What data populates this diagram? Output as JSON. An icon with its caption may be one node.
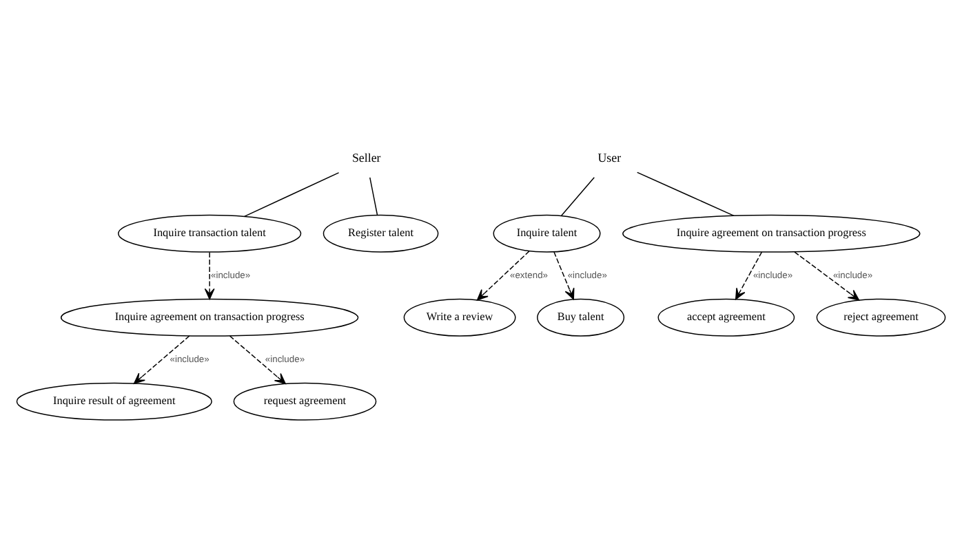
{
  "diagram": {
    "nodes": [
      {
        "text": [
          "Inquire result of agreement"
        ]
      },
      {
        "text": [
          "request agreement"
        ]
      },
      {
        "text": [
          "Inquire agreement on transaction progress"
        ]
      },
      {
        "text": [
          "Write a review"
        ]
      },
      {
        "text": [
          "Inquire talent"
        ]
      },
      {
        "text": [
          "Buy talent"
        ]
      },
      {
        "text": [
          "Inquire transaction talent"
        ]
      },
      {
        "text": [
          "User"
        ]
      },
      {
        "text": [
          "Seller"
        ]
      },
      {
        "text": [
          "accept agreement"
        ]
      },
      {
        "text": [
          "Register talent"
        ]
      },
      {
        "text": [
          "Inquire agreement on transaction progress"
        ]
      },
      {
        "text": [
          "reject agreement"
        ]
      }
    ],
    "edges": [
      {
        "from": 2,
        "to": 0,
        "arrow": "to",
        "label": "«include»",
        "style": "dashed"
      },
      {
        "from": 2,
        "to": 1,
        "arrow": "to",
        "label": "«include»",
        "style": "dashed"
      },
      {
        "from": 4,
        "to": 3,
        "arrow": "to",
        "label": "«extend»",
        "style": "dashed"
      },
      {
        "from": 4,
        "to": 5,
        "arrow": "to",
        "label": "«include»",
        "style": "dashed"
      },
      {
        "from": 6,
        "to": 2,
        "arrow": "to",
        "label": "«include»",
        "style": "dashed"
      },
      {
        "from": 7,
        "to": 4,
        "arrow": "none"
      },
      {
        "from": 8,
        "to": 6,
        "arrow": "none"
      },
      {
        "from": 7,
        "to": 11,
        "arrow": "none"
      },
      {
        "from": 8,
        "to": 10,
        "arrow": "none"
      },
      {
        "from": 11,
        "to": 9,
        "arrow": "to",
        "label": "«include»",
        "style": "dashed"
      },
      {
        "from": 11,
        "to": 12,
        "arrow": "to",
        "label": "«include»",
        "style": "dashed"
      }
    ]
  }
}
